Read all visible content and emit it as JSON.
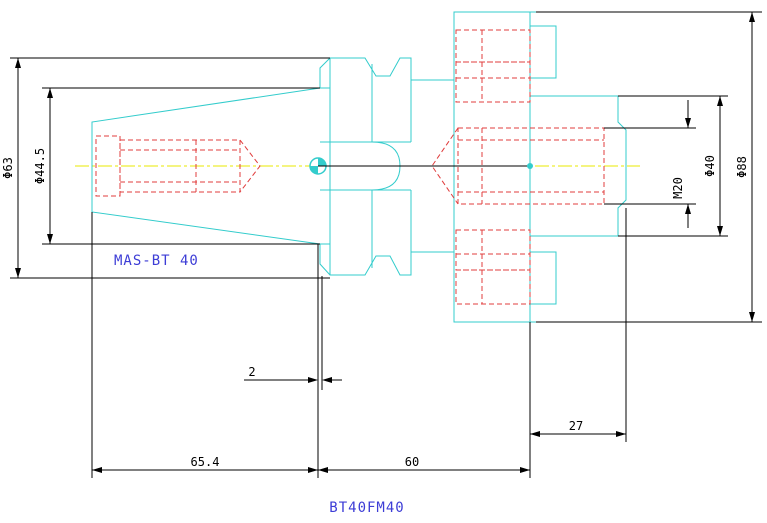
{
  "colors": {
    "outline": "#33cccc",
    "hidden": "#e03c3c",
    "centerline": "#e8e800",
    "dimension": "#000000",
    "label": "#3d3dd6",
    "background": "#ffffff"
  },
  "labels": {
    "holder_name": "MAS-BT 40",
    "part_number": "BT40FM40"
  },
  "dimensions": {
    "dia_flange": "Φ63",
    "dia_gauge": "Φ44.5",
    "dia_pilot": "Φ40",
    "dia_face": "Φ88",
    "thread": "M20",
    "gap": "2",
    "taper_length": "65.4",
    "body_length": "60",
    "pilot_length": "27"
  }
}
